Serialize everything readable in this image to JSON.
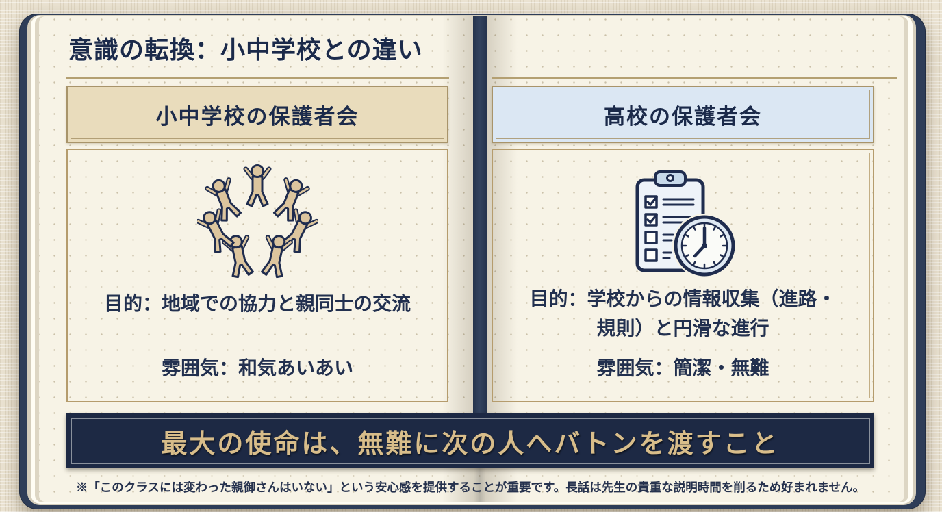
{
  "slide": {
    "title": "意識の転換：小中学校との違い"
  },
  "left_panel": {
    "header": "小中学校の保護者会",
    "icon": "people-circle",
    "purpose": "目的：地域での協力と親同士の交流",
    "atmosphere": "雰囲気：和気あいあい"
  },
  "right_panel": {
    "header": "高校の保護者会",
    "icon": "clipboard-checklist-clock",
    "purpose": "目的：学校からの情報収集（進路・規則）と円滑な進行",
    "atmosphere": "雰囲気：簡潔・無難"
  },
  "banner": {
    "text": "最大の使命は、無難に次の人へバトンを渡すこと"
  },
  "footnote": "※「このクラスには変わった親御さんはいない」という安心感を提供することが重要です。長話は先生の貴重な説明時間を削るため好まれません。",
  "colors": {
    "cover_navy": "#2e3d58",
    "page_cream": "#f7f3e6",
    "text_navy": "#22304f",
    "border_tan": "#b59c6d",
    "header_beige": "#e9dcbc",
    "header_blue": "#dbe7f3",
    "banner_navy": "#1d2944",
    "banner_gold": "#d8bd8a",
    "icon_tan": "#dcc59e",
    "icon_blue": "#c7d9ea"
  }
}
